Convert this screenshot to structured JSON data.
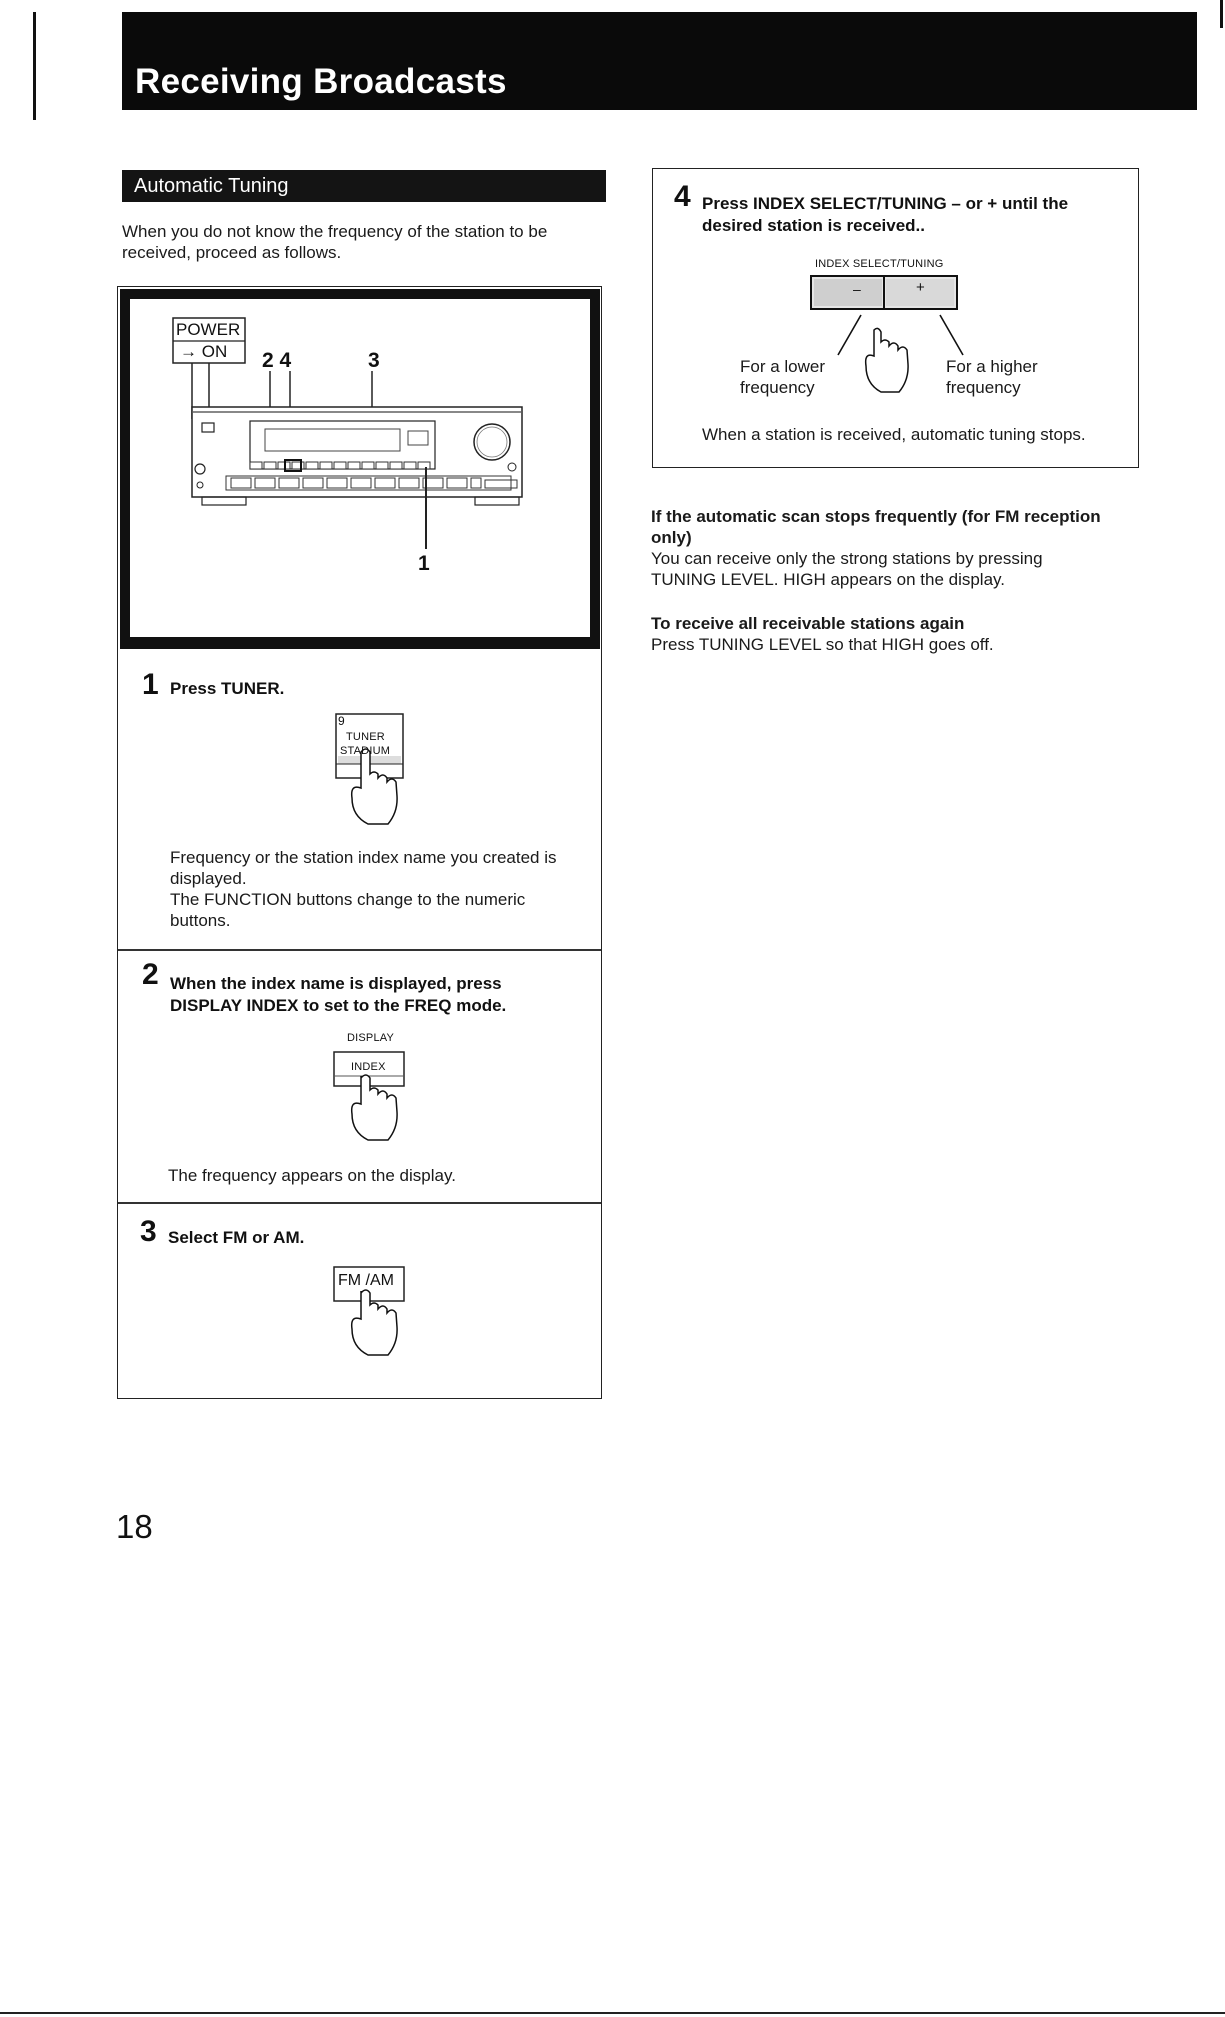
{
  "page": {
    "title": "Receiving Broadcasts",
    "section": "Automatic Tuning",
    "intro": [
      "When you do not know the frequency of the station to be",
      "received, proceed as follows."
    ],
    "page_number": "18"
  },
  "figure": {
    "power_label": "POWER",
    "power_on": "→ ON",
    "callout_24": "2 4",
    "callout_3": "3",
    "callout_1": "1"
  },
  "steps": [
    {
      "number": "1",
      "title": "Press TUNER.",
      "button_digit": "9",
      "button_lines": [
        "TUNER",
        "STADIUM"
      ],
      "desc": [
        "Frequency or the station index name you created is",
        "displayed.",
        "The FUNCTION buttons change to the numeric",
        "buttons."
      ]
    },
    {
      "number": "2",
      "title": [
        "When the index name is displayed, press",
        "DISPLAY INDEX to set to the FREQ mode."
      ],
      "button_top": "DISPLAY",
      "button_label": "INDEX",
      "desc": "The frequency appears on the display."
    },
    {
      "number": "3",
      "title": "Select FM or AM.",
      "button_label": "FM /AM"
    },
    {
      "number": "4",
      "title": [
        "Press INDEX SELECT/TUNING – or + until the",
        "desired station is received.."
      ],
      "button_top": "INDEX SELECT/TUNING",
      "minus": "–",
      "plus": "+",
      "lower": [
        "For a lower",
        "frequency"
      ],
      "higher": [
        "For a higher",
        "frequency"
      ],
      "desc": "When a station is received, automatic tuning stops."
    }
  ],
  "notes": [
    {
      "heading": [
        "If the automatic scan stops frequently (for FM reception",
        "only)"
      ],
      "text": [
        "You can receive only the strong stations by pressing",
        "TUNING LEVEL.  HIGH appears on the display."
      ]
    },
    {
      "heading": "To receive all receivable stations again",
      "text": "Press TUNING LEVEL so that HIGH goes off."
    }
  ]
}
